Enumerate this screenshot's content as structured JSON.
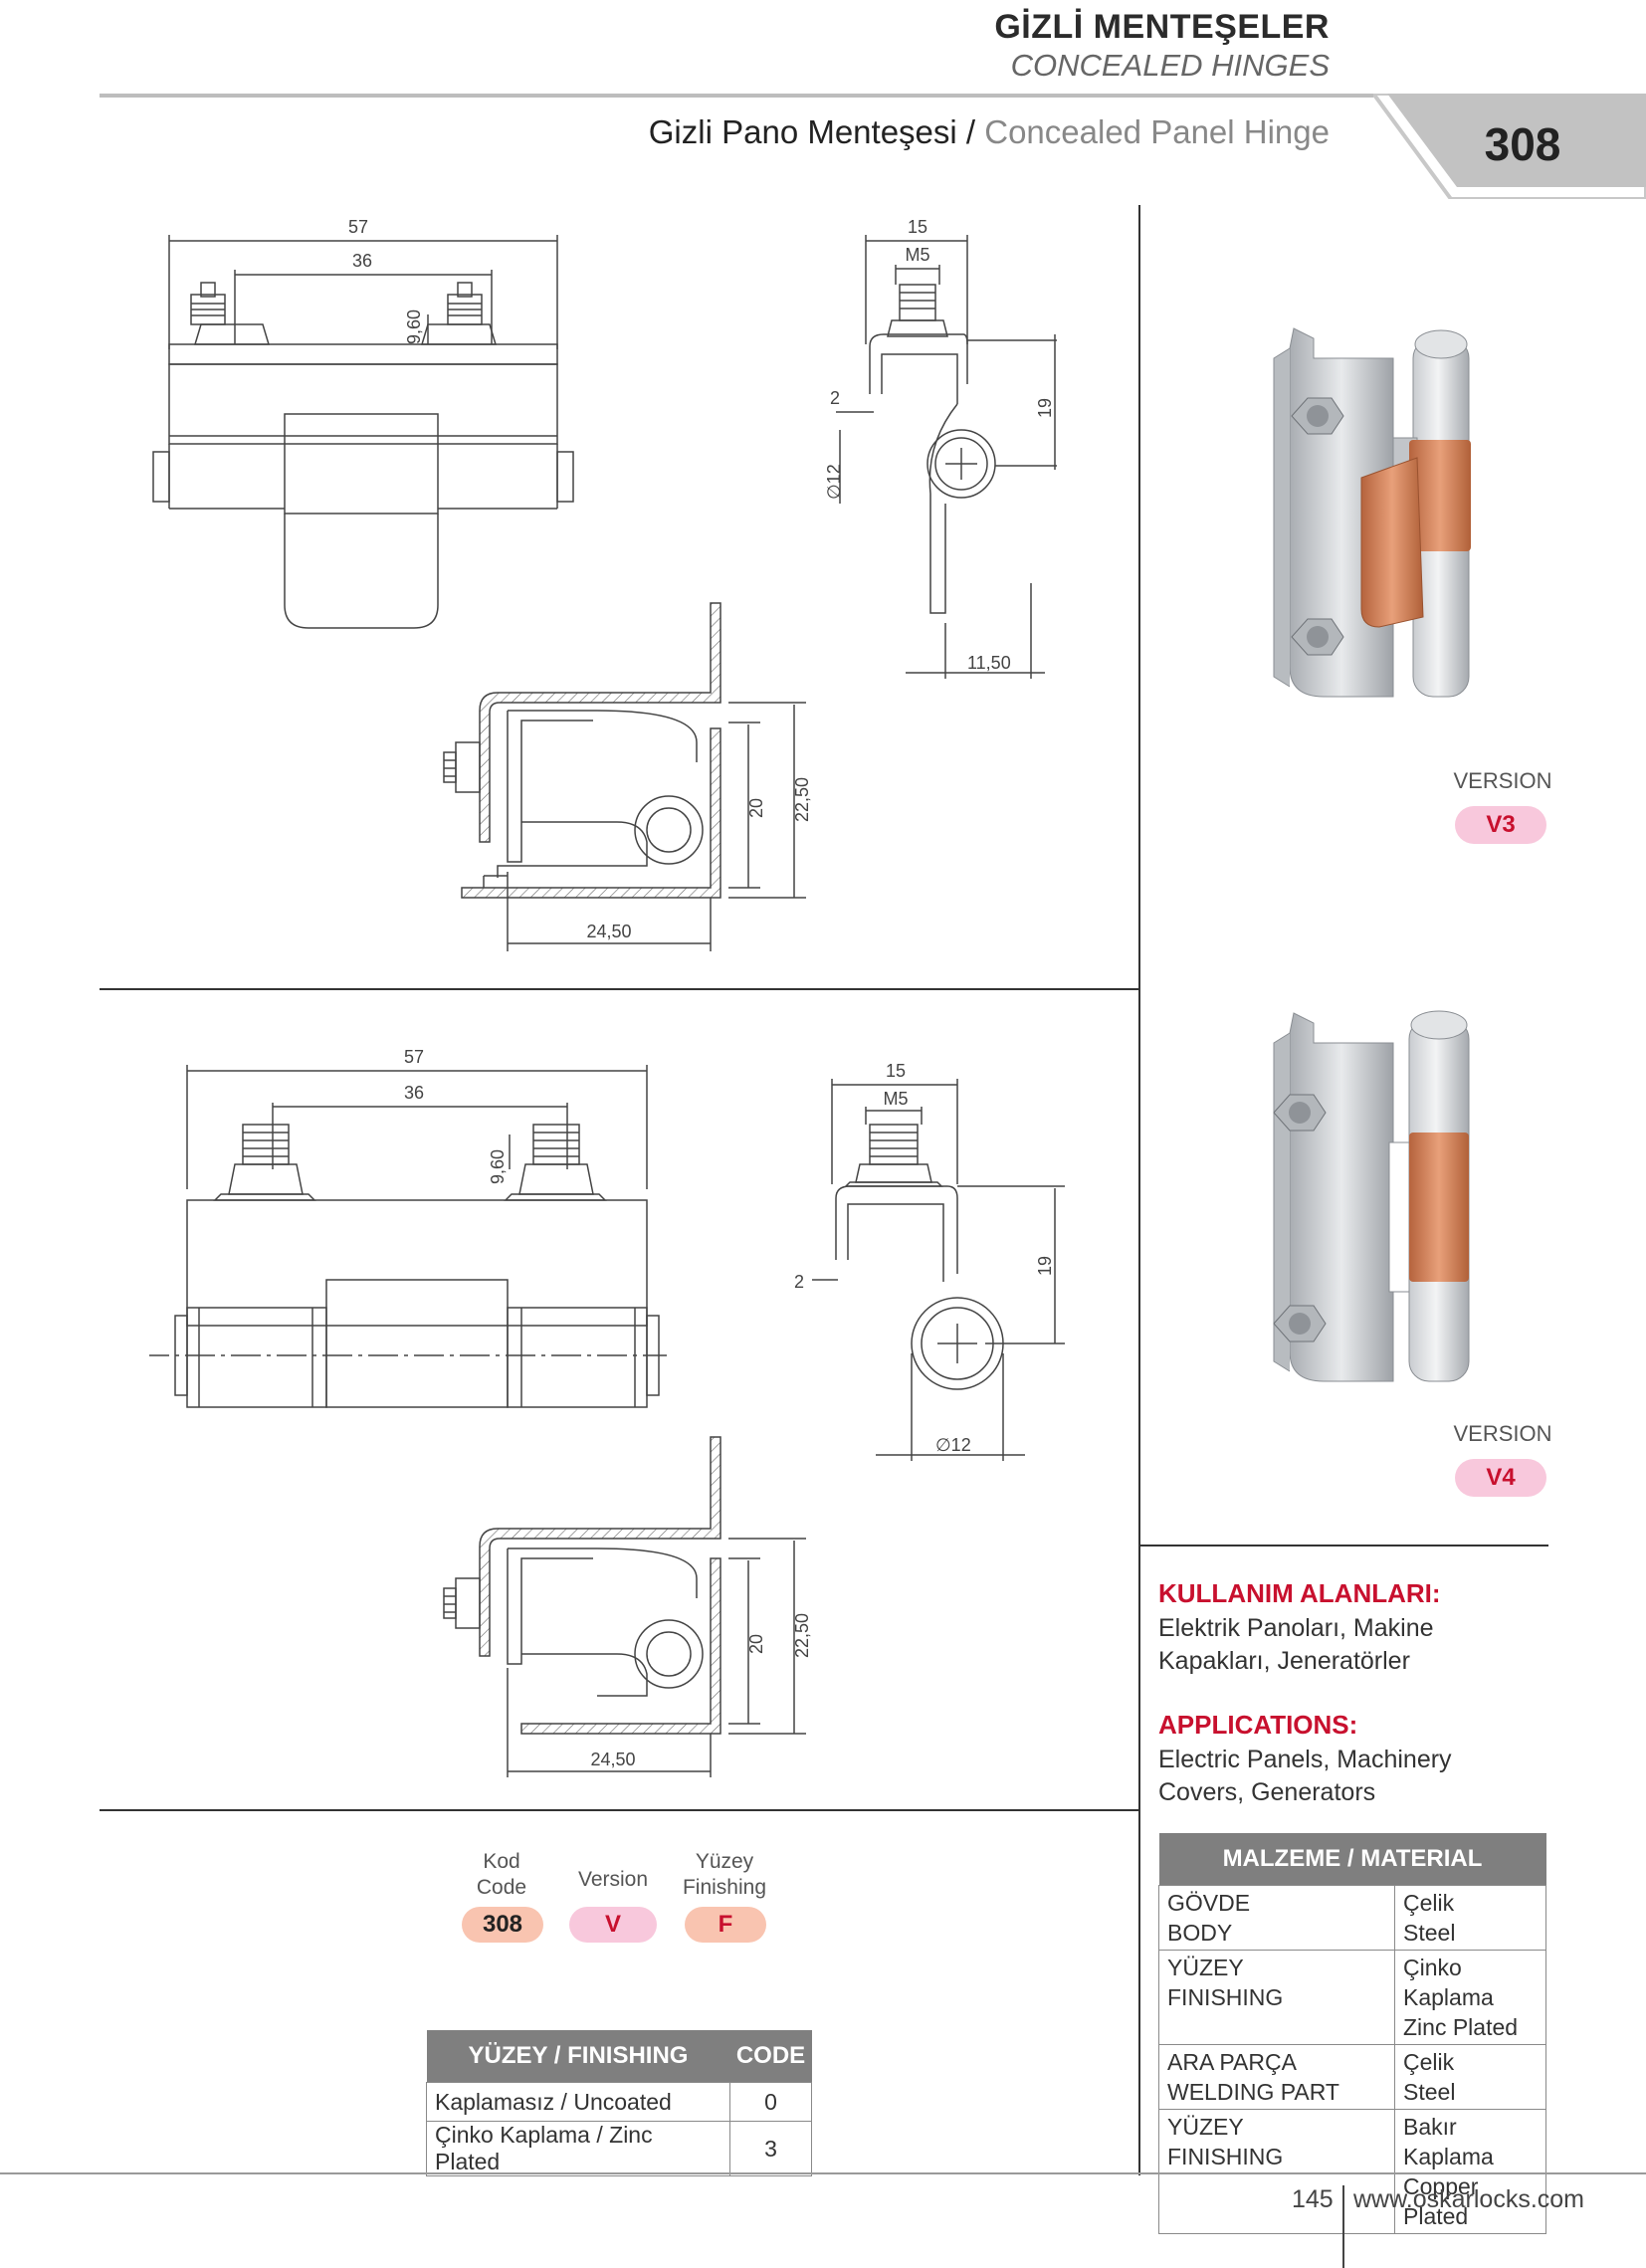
{
  "header": {
    "title_tr": "GİZLİ MENTEŞELER",
    "title_en": "CONCEALED HINGES",
    "subtitle_tr": "Gizli Pano Menteşesi /",
    "subtitle_en": "Concealed Panel Hinge",
    "code": "308"
  },
  "dimensions": {
    "top_front": {
      "overall": "57",
      "bolt_spacing": "36",
      "bolt_height": "9,60"
    },
    "top_side": {
      "width": "15",
      "thread": "M5",
      "thickness": "2",
      "pin_dia": "∅12",
      "height": "19",
      "offset": "11,50"
    },
    "top_section": {
      "inner_h": "20",
      "outer_h": "22,50",
      "width": "24,50"
    },
    "bottom_front": {
      "overall": "57",
      "bolt_spacing": "36",
      "bolt_height": "9,60"
    },
    "bottom_side": {
      "width": "15",
      "thread": "M5",
      "thickness": "2",
      "height": "19",
      "pin_dia": "∅12"
    },
    "bottom_section": {
      "inner_h": "20",
      "outer_h": "22,50",
      "width": "24,50"
    }
  },
  "versions": [
    {
      "label": "VERSION",
      "code": "V3"
    },
    {
      "label": "VERSION",
      "code": "V4"
    }
  ],
  "applications": {
    "title_tr": "KULLANIM ALANLARI:",
    "text_tr": "Elektrik Panoları, Makine Kapakları, Jeneratörler",
    "title_en": "APPLICATIONS:",
    "text_en": "Electric Panels, Machinery Covers, Generators"
  },
  "order_code": {
    "kod_label_1": "Kod",
    "kod_label_2": "Code",
    "version_label": "Version",
    "finish_label_1": "Yüzey",
    "finish_label_2": "Finishing",
    "kod_value": "308",
    "version_value": "V",
    "finish_value": "F"
  },
  "finishing_table": {
    "header_finish": "YÜZEY / FINISHING",
    "header_code": "CODE",
    "rows": [
      {
        "name": "Kaplamasız / Uncoated",
        "code": "0"
      },
      {
        "name": "Çinko Kaplama / Zinc Plated",
        "code": "3"
      }
    ]
  },
  "material_table": {
    "header": "MALZEME / MATERIAL",
    "rows": [
      {
        "k1": "GÖVDE",
        "k2": "BODY",
        "v1": "Çelik",
        "v2": "Steel"
      },
      {
        "k1": "YÜZEY",
        "k2": "FINISHING",
        "v1": "Çinko Kaplama",
        "v2": "Zinc Plated"
      },
      {
        "k1": "ARA PARÇA",
        "k2": "WELDING PART",
        "v1": "Çelik",
        "v2": "Steel"
      },
      {
        "k1": "YÜZEY",
        "k2": "FINISHING",
        "v1": "Bakır Kaplama",
        "v2": "Copper Plated"
      }
    ]
  },
  "footer": {
    "page": "145",
    "url": "www.oskarlocks.com"
  },
  "colors": {
    "accent_red": "#c8102e",
    "badge_pink": "#f8c8dc",
    "badge_peach": "#f9c4b0",
    "table_gray": "#7f7f7f",
    "copper": "#d98a5c"
  }
}
